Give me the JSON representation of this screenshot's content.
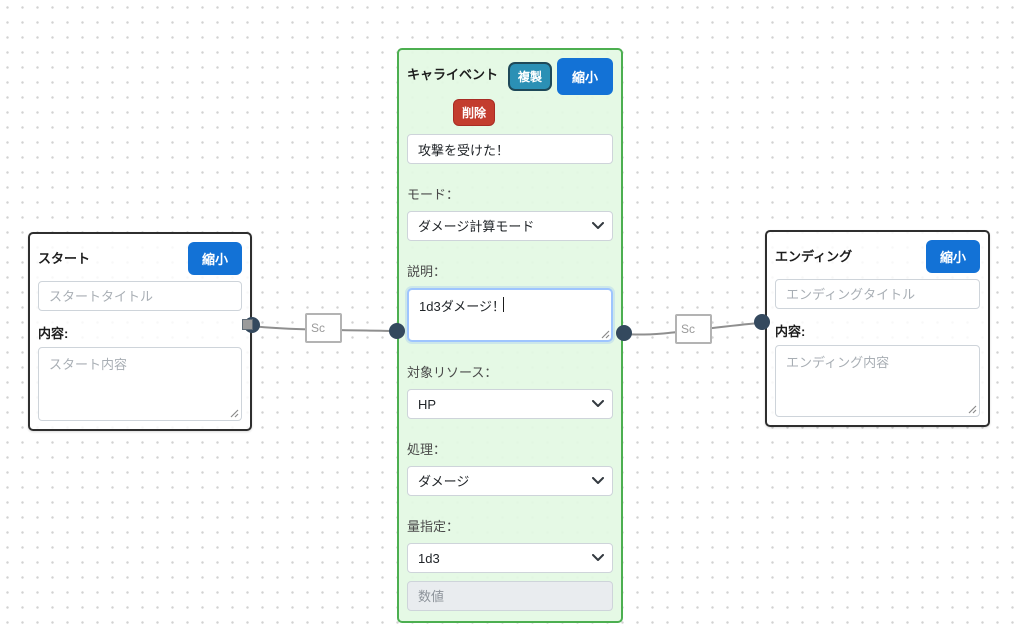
{
  "canvas": {
    "background": "#ffffff",
    "grid_dot_color": "#d2d2d2"
  },
  "colors": {
    "primary_button": "#1372d6",
    "duplicate_button": "#2b90b5",
    "delete_button": "#c33d2e",
    "event_node_bg": "#e3f8e3",
    "event_node_border": "#4caf50",
    "white_node_border": "#2e2e2e",
    "port": "#34495e",
    "edge_line": "#8f8f8f",
    "focus_border": "#9ec5fe"
  },
  "nodes": {
    "start": {
      "title": "スタート",
      "collapse_label": "縮小",
      "title_placeholder": "スタートタイトル",
      "content_label": "内容:",
      "content_placeholder": "スタート内容"
    },
    "event": {
      "title": "キャライベント",
      "duplicate_label": "複製",
      "collapse_label": "縮小",
      "delete_label": "削除",
      "name_value": "攻撃を受けた！",
      "mode": {
        "label": "モード：",
        "value": "ダメージ計算モード"
      },
      "description": {
        "label": "説明：",
        "value": "1d3ダメージ！"
      },
      "resource": {
        "label": "対象リソース：",
        "value": "HP"
      },
      "process": {
        "label": "処理：",
        "value": "ダメージ"
      },
      "amount": {
        "label": "量指定：",
        "value": "1d3"
      },
      "number_placeholder": "数値"
    },
    "ending": {
      "title": "エンディング",
      "collapse_label": "縮小",
      "title_placeholder": "エンディングタイトル",
      "content_label": "内容:",
      "content_placeholder": "エンディング内容"
    }
  },
  "edges": [
    {
      "label": "Sc"
    },
    {
      "label": "Sc"
    }
  ]
}
